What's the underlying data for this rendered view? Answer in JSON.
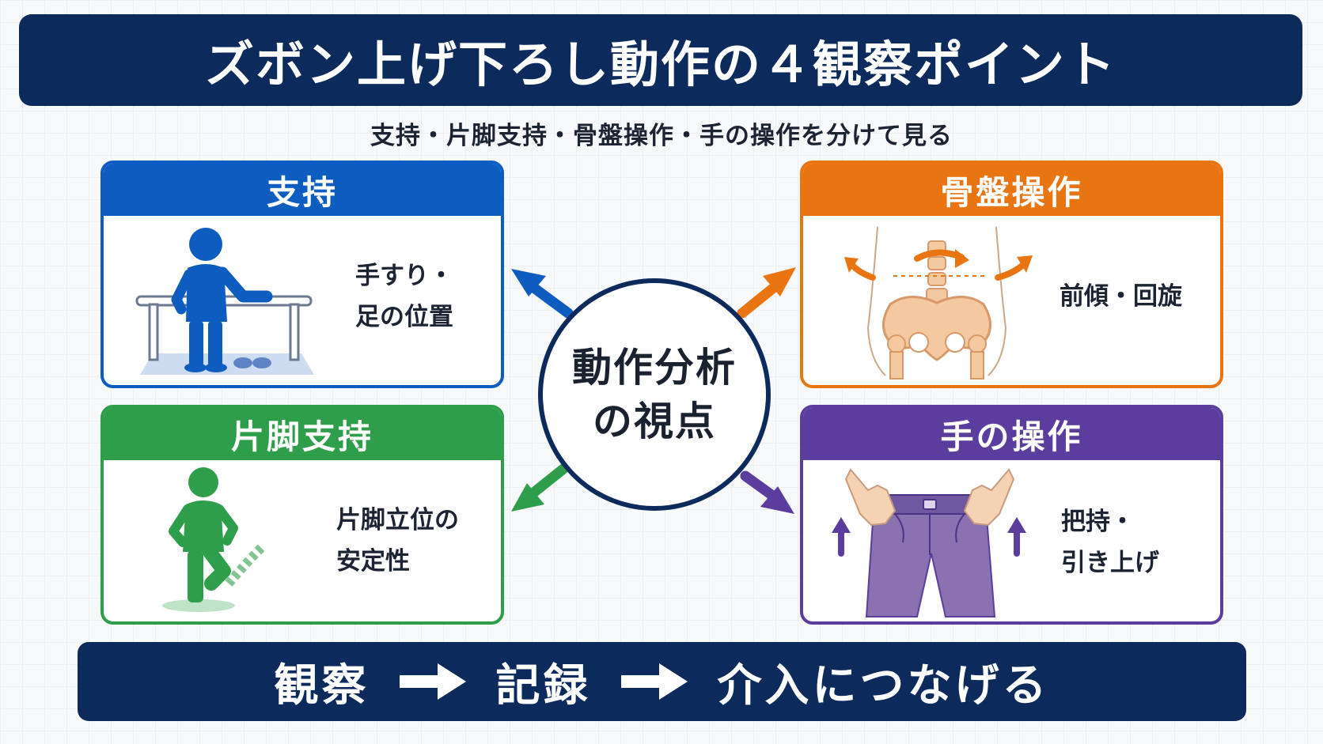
{
  "title": "ズボン上げ下ろし動作の４観察ポイント",
  "subtitle": "支持・片脚支持・骨盤操作・手の操作を分けて見る",
  "center": {
    "line1": "動作分析",
    "line2": "の視点"
  },
  "cards": {
    "support": {
      "title": "支持",
      "lines": [
        "手すり・",
        "足の位置"
      ],
      "icon": "person-holding-handrail-icon",
      "color": "#0d5cbf"
    },
    "pelvis": {
      "title": "骨盤操作",
      "lines": [
        "前傾・回旋"
      ],
      "icon": "pelvis-rotation-icon",
      "color": "#e97512"
    },
    "single_leg": {
      "title": "片脚支持",
      "lines": [
        "片脚立位の",
        "安定性"
      ],
      "icon": "person-single-leg-stance-icon",
      "color": "#2f9e4a"
    },
    "hands": {
      "title": "手の操作",
      "lines": [
        "把持・",
        "引き上げ"
      ],
      "icon": "hands-pulling-pants-icon",
      "color": "#5b3d9e"
    }
  },
  "flow": {
    "steps": [
      "観察",
      "記録",
      "介入につなげる"
    ],
    "separator_icon": "right-arrow-icon"
  },
  "colors": {
    "navy": "#0c2a5c",
    "blue": "#0d5cbf",
    "orange": "#e97512",
    "green": "#2f9e4a",
    "purple": "#5b3d9e"
  }
}
